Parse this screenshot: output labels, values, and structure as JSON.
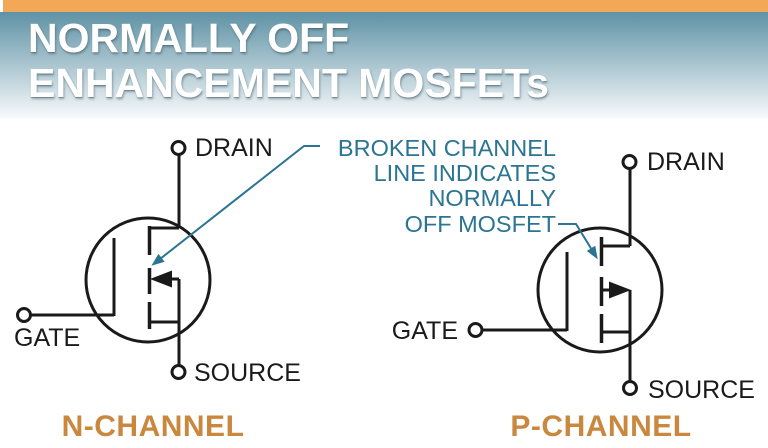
{
  "header": {
    "title_line1": "NORMALLY OFF",
    "title_line2": "ENHANCEMENT MOSFETs"
  },
  "annotation": {
    "lines": [
      "BROKEN CHANNEL",
      "LINE INDICATES",
      "NORMALLY",
      "OFF MOSFET"
    ]
  },
  "n_channel": {
    "name": "N-CHANNEL",
    "terminals": {
      "drain": "DRAIN",
      "gate": "GATE",
      "source": "SOURCE"
    }
  },
  "p_channel": {
    "name": "P-CHANNEL",
    "terminals": {
      "drain": "DRAIN",
      "gate": "GATE",
      "source": "SOURCE"
    }
  },
  "colors": {
    "top_bar": "#F2A857",
    "header_grad_top": "#5E92A5",
    "header_grad_bottom": "#F7F9FB",
    "teal": "#2B7492",
    "orange_label": "#C9883E",
    "ink": "#1A1A1A"
  }
}
